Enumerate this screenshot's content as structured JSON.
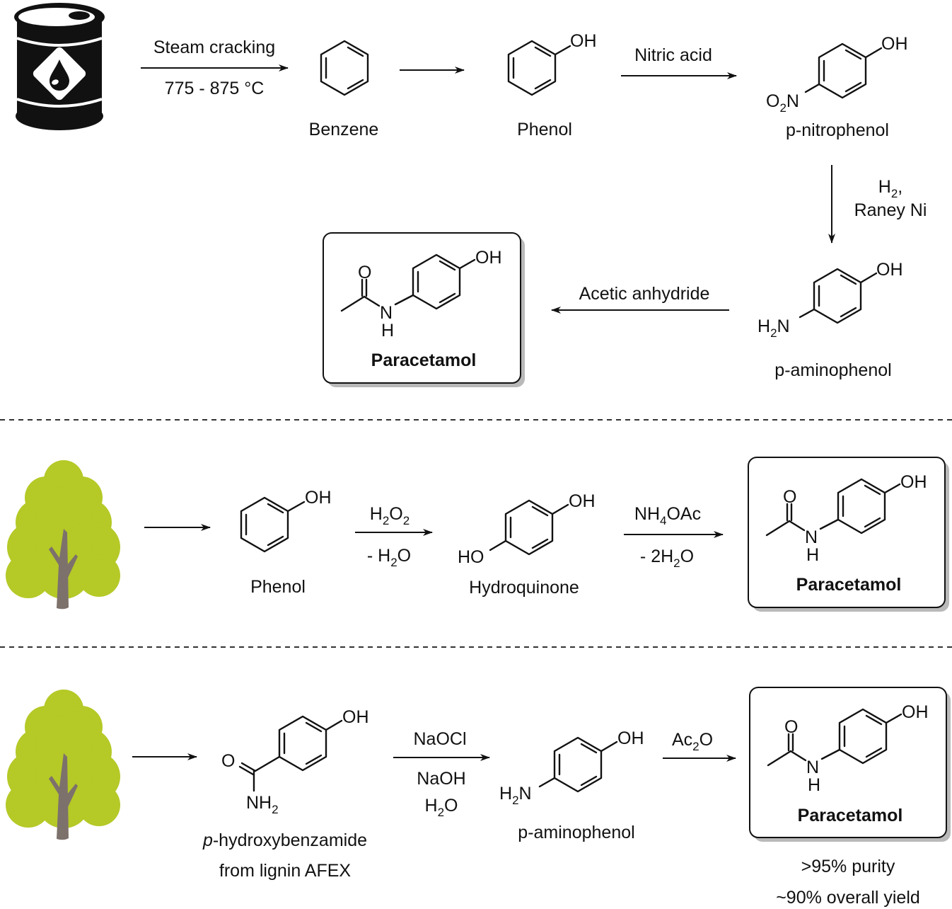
{
  "colors": {
    "ink": "#111111",
    "tree_foliage": "#b5c927",
    "tree_trunk": "#7d716c",
    "separator": "#333333",
    "box_shadow": "#b9b9b9"
  },
  "routes": [
    {
      "id": "petrochemical",
      "source_icon": "oil-barrel-icon",
      "steps": [
        {
          "above": "Steam cracking",
          "below": "775 - 875 °C"
        },
        {
          "above": "",
          "below": ""
        },
        {
          "above": "Nitric acid",
          "below": ""
        },
        {
          "side_line1": "H",
          "side_line1_sub": "2",
          "side_line1_suffix": ",",
          "side_line2": "Raney Ni"
        },
        {
          "above": "Acetic anhydride",
          "below": ""
        }
      ],
      "compounds": [
        {
          "name": "Benzene"
        },
        {
          "name": "Phenol",
          "substituents": [
            "OH"
          ]
        },
        {
          "name": "p-nitrophenol",
          "substituents": [
            "OH",
            "O2N"
          ]
        },
        {
          "name": "p-aminophenol",
          "substituents": [
            "OH",
            "H2N"
          ]
        },
        {
          "name": "Paracetamol",
          "substituents": [
            "OH",
            "O",
            "N",
            "H"
          ],
          "boxed": true
        }
      ]
    },
    {
      "id": "lignin-hydroquinone",
      "source_icon": "tree-icon",
      "steps": [
        {
          "above": "",
          "below": ""
        },
        {
          "above_main": "H",
          "above_sub1": "2",
          "above_main2": "O",
          "above_sub2": "2",
          "below_prefix": "- H",
          "below_sub": "2",
          "below_suffix": "O"
        },
        {
          "above_main": "NH",
          "above_sub1": "4",
          "above_main2": "OAc",
          "below_prefix": "- 2H",
          "below_sub": "2",
          "below_suffix": "O"
        }
      ],
      "compounds": [
        {
          "name": "Phenol",
          "substituents": [
            "OH"
          ]
        },
        {
          "name": "Hydroquinone",
          "substituents": [
            "OH",
            "HO"
          ]
        },
        {
          "name": "Paracetamol",
          "substituents": [
            "OH",
            "O",
            "N",
            "H"
          ],
          "boxed": true
        }
      ]
    },
    {
      "id": "lignin-afex",
      "source_icon": "tree-icon",
      "steps": [
        {
          "above": "",
          "below": ""
        },
        {
          "above": "NaOCl",
          "below_line1": "NaOH",
          "below_line2_main": "H",
          "below_line2_sub": "2",
          "below_line2_suffix": "O"
        },
        {
          "above_main": "Ac",
          "above_sub": "2",
          "above_suffix": "O"
        }
      ],
      "compounds": [
        {
          "name_italic": "p",
          "name": "-hydroxybenzamide",
          "name_line2": "from lignin AFEX",
          "substituents": [
            "OH",
            "O",
            "NH2"
          ]
        },
        {
          "name": "p-aminophenol",
          "substituents": [
            "OH",
            "H2N"
          ]
        },
        {
          "name": "Paracetamol",
          "substituents": [
            "OH",
            "O",
            "N",
            "H"
          ],
          "boxed": true,
          "notes": [
            ">95% purity",
            "~90% overall yield"
          ]
        }
      ]
    }
  ],
  "labels": {
    "OH": "OH",
    "HO": "HO",
    "O": "O",
    "N": "N",
    "H": "H",
    "O2N_main": "O",
    "O2N_sub": "2",
    "O2N_tail": "N",
    "H2N_main": "H",
    "H2N_sub": "2",
    "H2N_tail": "N",
    "NH2_main": "NH",
    "NH2_sub": "2"
  }
}
